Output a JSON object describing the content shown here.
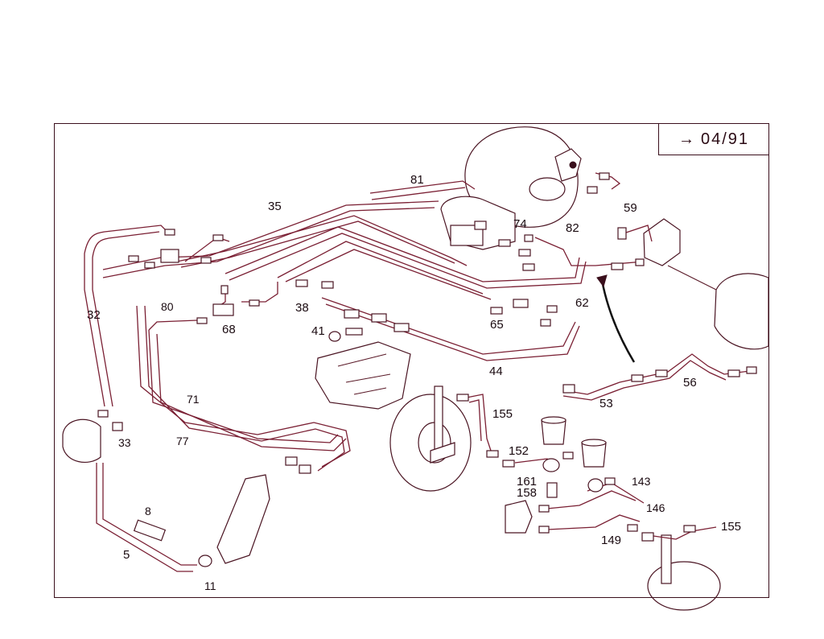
{
  "badge": {
    "arrow": "→",
    "code": "04/91"
  },
  "labels": [
    {
      "id": "81",
      "text": "81"
    },
    {
      "id": "35",
      "text": "35"
    },
    {
      "id": "74",
      "text": "74"
    },
    {
      "id": "82",
      "text": "82"
    },
    {
      "id": "59",
      "text": "59"
    },
    {
      "id": "32",
      "text": "32"
    },
    {
      "id": "80",
      "text": "80"
    },
    {
      "id": "38",
      "text": "38"
    },
    {
      "id": "68",
      "text": "68"
    },
    {
      "id": "41",
      "text": "41"
    },
    {
      "id": "62",
      "text": "62"
    },
    {
      "id": "65",
      "text": "65"
    },
    {
      "id": "44",
      "text": "44"
    },
    {
      "id": "56",
      "text": "56"
    },
    {
      "id": "53",
      "text": "53"
    },
    {
      "id": "71",
      "text": "71"
    },
    {
      "id": "33",
      "text": "33"
    },
    {
      "id": "77",
      "text": "77"
    },
    {
      "id": "155a",
      "text": "155"
    },
    {
      "id": "152",
      "text": "152"
    },
    {
      "id": "161",
      "text": "161"
    },
    {
      "id": "158",
      "text": "158"
    },
    {
      "id": "143",
      "text": "143"
    },
    {
      "id": "146",
      "text": "146"
    },
    {
      "id": "155b",
      "text": "155"
    },
    {
      "id": "149",
      "text": "149"
    },
    {
      "id": "8",
      "text": "8"
    },
    {
      "id": "5",
      "text": "5"
    },
    {
      "id": "11",
      "text": "11"
    }
  ]
}
